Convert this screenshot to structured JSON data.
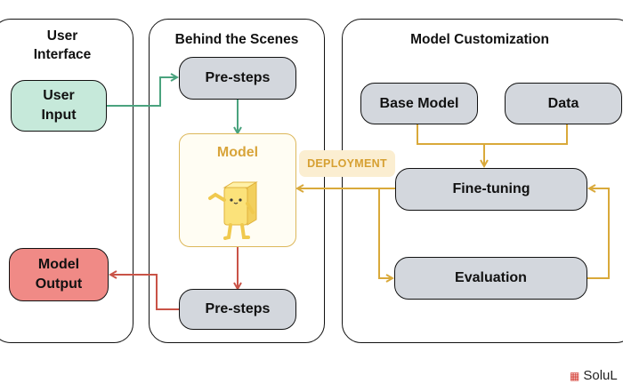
{
  "panels": {
    "user_interface": {
      "title_line1": "User",
      "title_line2": "Interface"
    },
    "behind_scenes": {
      "title": "Behind the Scenes"
    },
    "customization": {
      "title": "Model Customization"
    }
  },
  "nodes": {
    "user_input": {
      "line1": "User",
      "line2": "Input"
    },
    "model_output": {
      "line1": "Model",
      "line2": "Output"
    },
    "pre_steps_top": "Pre-steps",
    "pre_steps_bottom": "Pre-steps",
    "model": "Model",
    "base_model": "Base Model",
    "data": "Data",
    "fine_tuning": "Fine-tuning",
    "evaluation": "Evaluation"
  },
  "edge_labels": {
    "deployment": "DEPLOYMENT"
  },
  "brand": {
    "icon": "grid-logo-icon",
    "text": "SoluL"
  },
  "colors": {
    "green_arrow": "#4aa37e",
    "red_arrow": "#c95347",
    "gold_arrow": "#d9a93a",
    "gray_node": "#d3d7dd",
    "green_node": "#c6e9da",
    "red_node": "#f08a86"
  }
}
